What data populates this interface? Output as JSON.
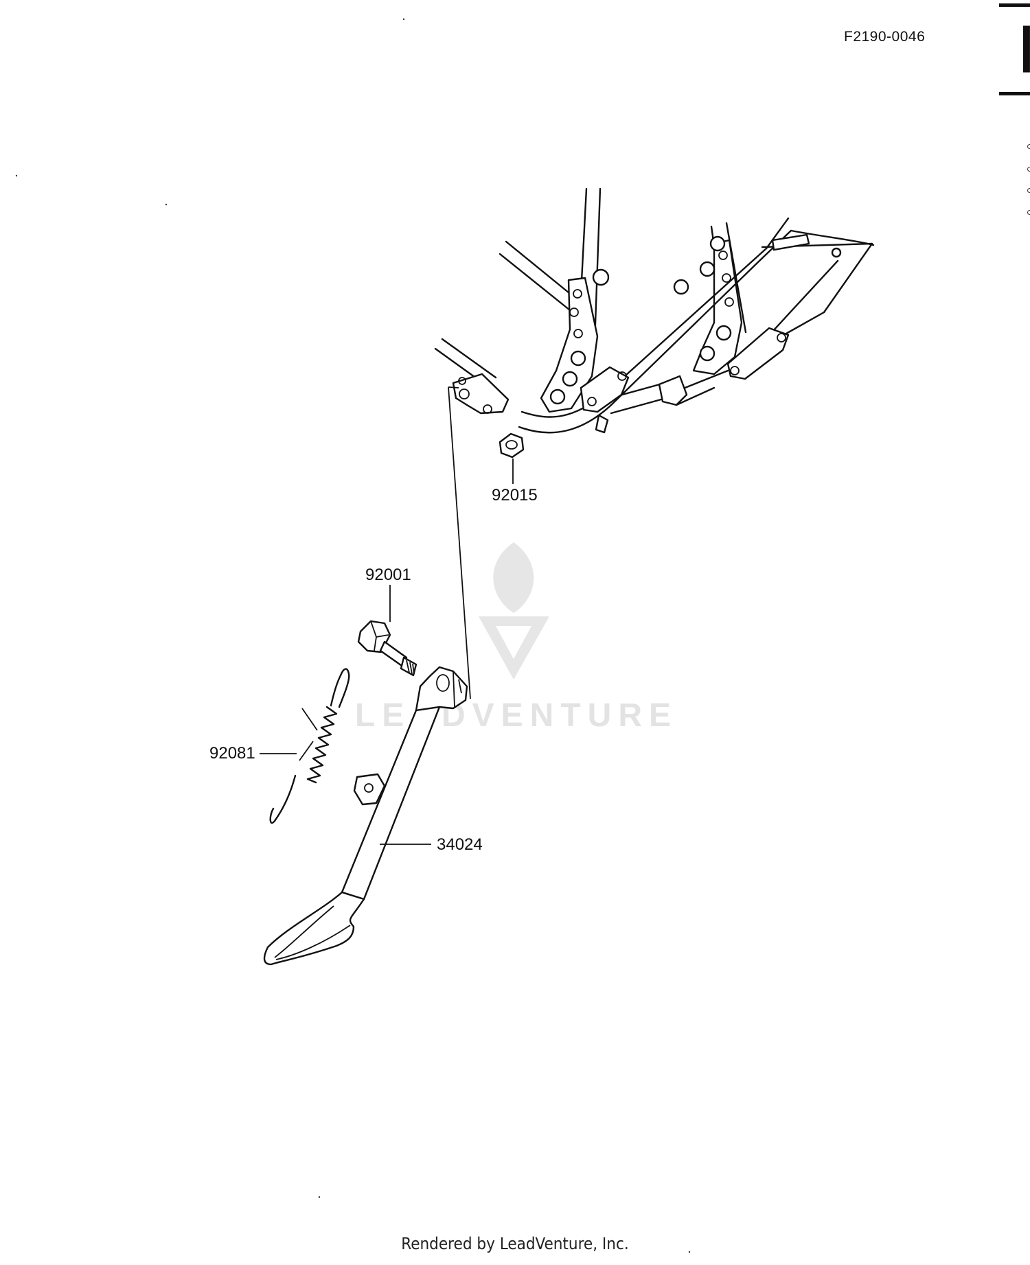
{
  "header": {
    "ref_code": "F2190-0046"
  },
  "parts": [
    {
      "number": "92015"
    },
    {
      "number": "92001"
    },
    {
      "number": "92081"
    },
    {
      "number": "34024"
    }
  ],
  "watermark": {
    "text": "LEADVENTURE"
  },
  "footer": {
    "text": "Rendered by LeadVenture, Inc."
  }
}
